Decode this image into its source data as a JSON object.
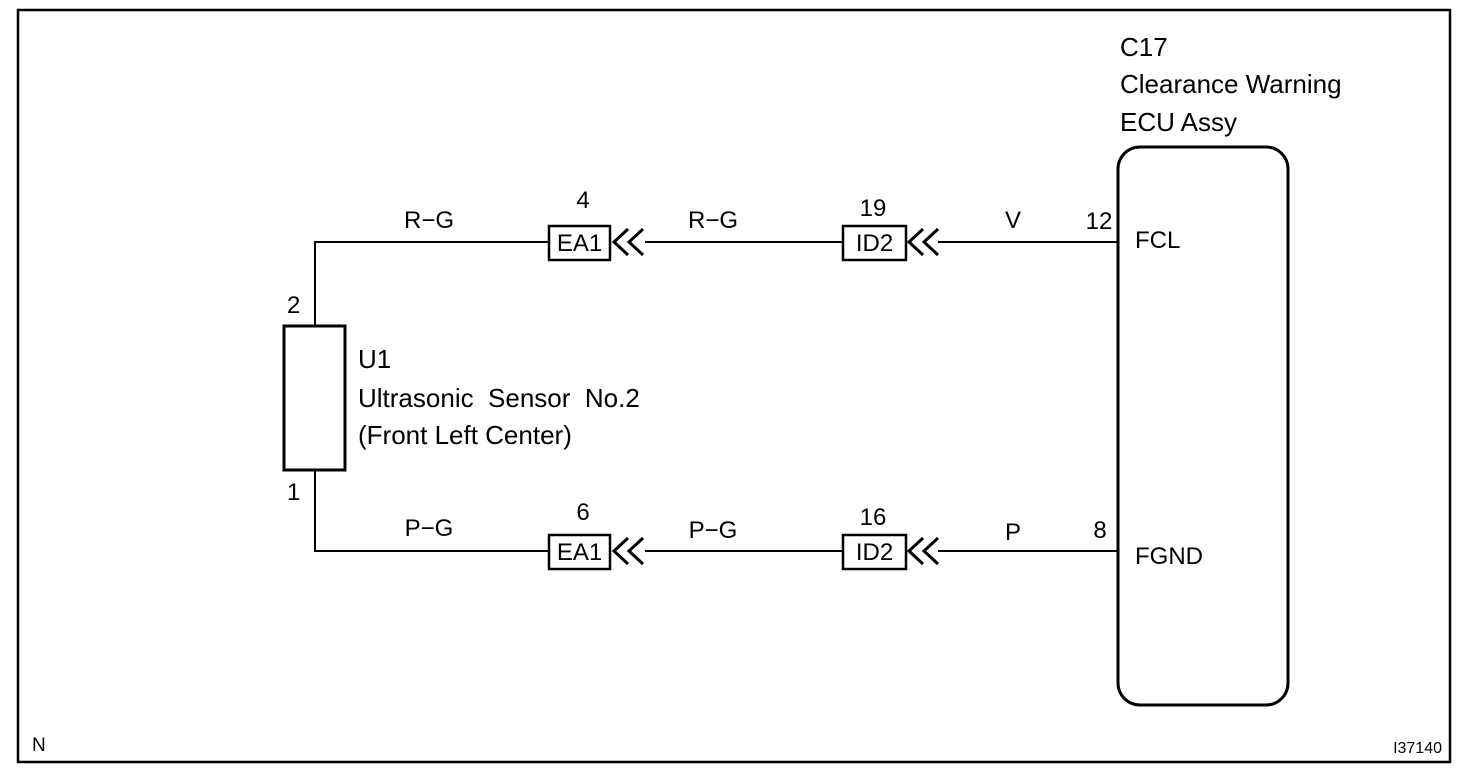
{
  "ecu": {
    "code": "C17",
    "name_line1": "Clearance Warning",
    "name_line2": "ECU Assy",
    "pin_top": "FCL",
    "pin_bottom": "FGND"
  },
  "sensor": {
    "code": "U1",
    "name_line1": "Ultrasonic  Sensor  No.2",
    "name_line2": "(Front Left Center)",
    "pin_top": "2",
    "pin_bottom": "1"
  },
  "top_circuit": {
    "wire_sensor": "R−G",
    "connector1_label": "EA1",
    "connector1_pin": "4",
    "wire_mid": "R−G",
    "connector2_label": "ID2",
    "connector2_pin": "19",
    "wire_ecu": "V",
    "ecu_pin": "12"
  },
  "bottom_circuit": {
    "wire_sensor": "P−G",
    "connector1_label": "EA1",
    "connector1_pin": "6",
    "wire_mid": "P−G",
    "connector2_label": "ID2",
    "connector2_pin": "16",
    "wire_ecu": "P",
    "ecu_pin": "8"
  },
  "footer": {
    "left_mark": "N",
    "figure_id": "I37140"
  }
}
